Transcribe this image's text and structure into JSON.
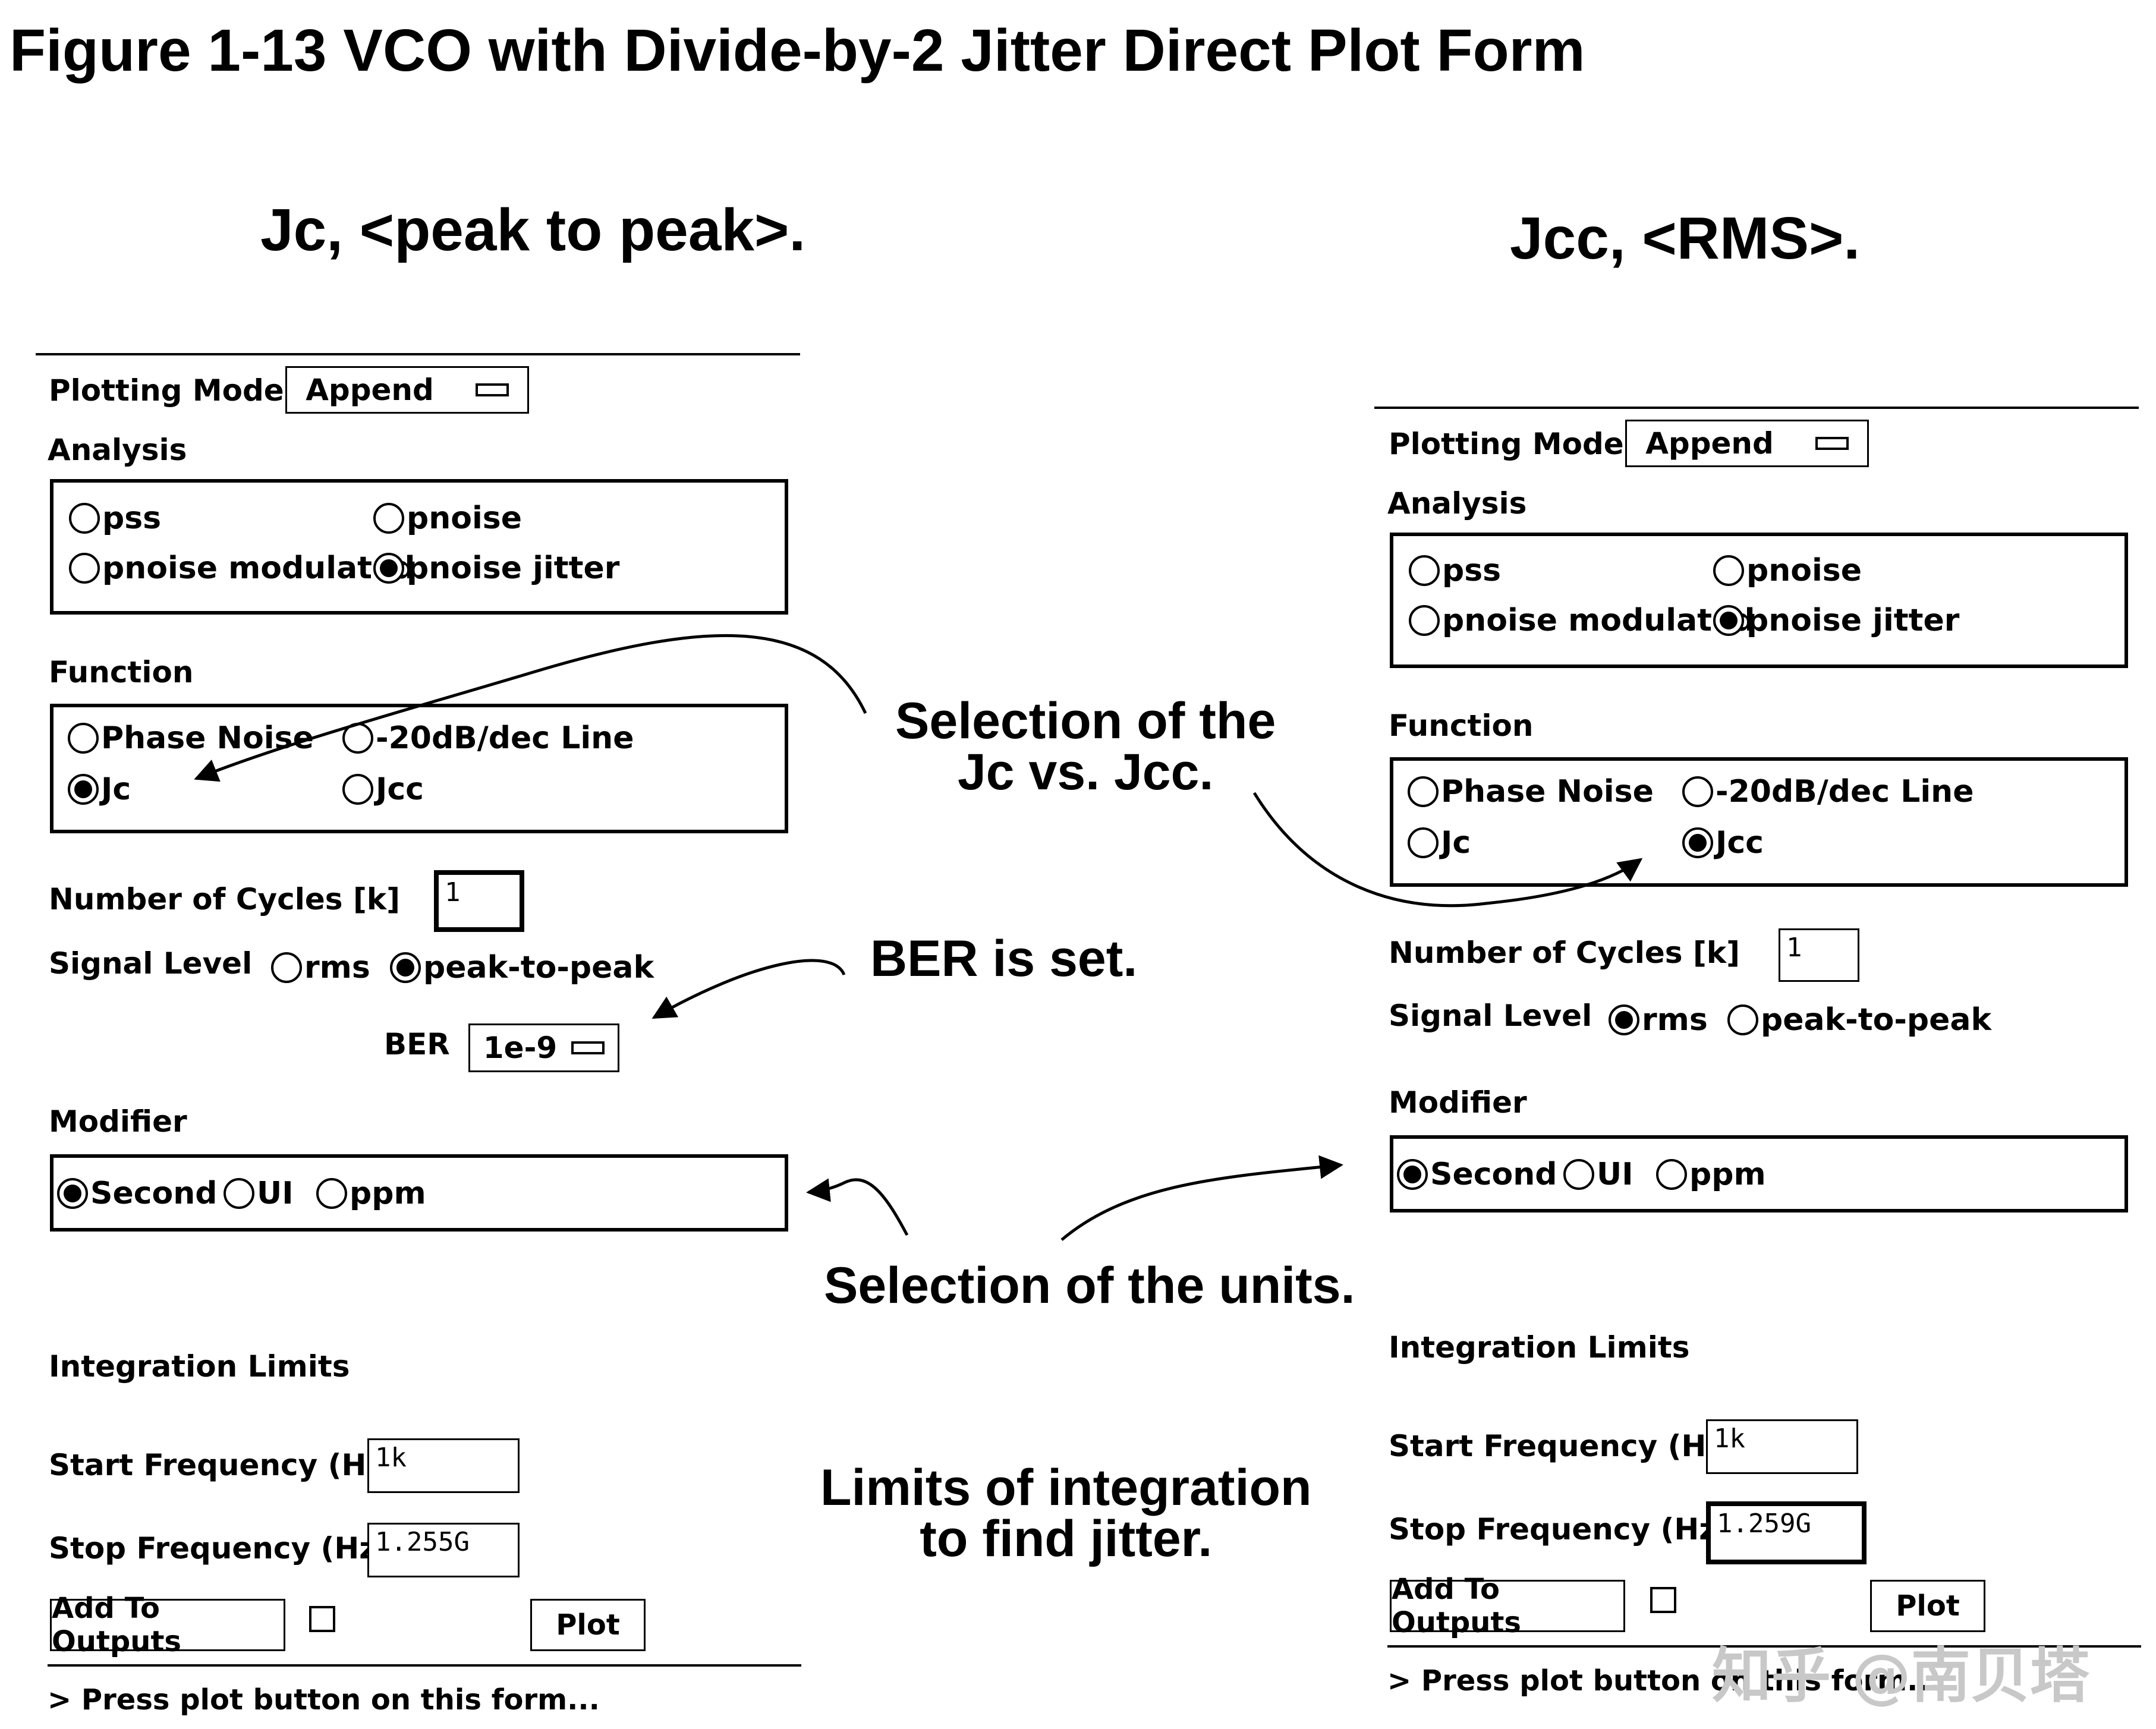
{
  "figure_title": "Figure 1-13  VCO with Divide-by-2 Jitter Direct Plot Form",
  "left_heading": "Jc, <peak to peak>.",
  "right_heading": "Jcc, <RMS>.",
  "annotations": {
    "selection_jc_line1": "Selection of the",
    "selection_jc_line2": "Jc vs. Jcc.",
    "ber_set": "BER is set.",
    "units": "Selection of the units.",
    "limits_line1": "Limits of integration",
    "limits_line2": "to find jitter."
  },
  "labels": {
    "plotting_mode": "Plotting Mode",
    "analysis": "Analysis",
    "function": "Function",
    "number_of_cycles": "Number of Cycles [k]",
    "signal_level": "Signal Level",
    "ber": "BER",
    "modifier": "Modifier",
    "integration_limits": "Integration Limits",
    "start_frequency": "Start Frequency (Hz)",
    "stop_frequency": "Stop Frequency (Hz)",
    "add_to_outputs": "Add To Outputs",
    "plot": "Plot",
    "status": "> Press plot button on this form..."
  },
  "options": {
    "pss": "pss",
    "pnoise": "pnoise",
    "pnoise_modulated": "pnoise modulated",
    "pnoise_jitter": "pnoise jitter",
    "phase_noise": "Phase Noise",
    "line_20db": "-20dB/dec Line",
    "jc": "Jc",
    "jcc": "Jcc",
    "rms": "rms",
    "peak_to_peak": "peak-to-peak",
    "second": "Second",
    "ui": "UI",
    "ppm": "ppm"
  },
  "left_form": {
    "plotting_mode_value": "Append",
    "analysis_selected": "pnoise jitter",
    "function_selected": "Jc",
    "number_of_cycles": "1",
    "signal_level_selected": "peak-to-peak",
    "ber_value": "1e-9",
    "modifier_selected": "Second",
    "start_frequency": "1k",
    "stop_frequency": "1.255G",
    "add_to_outputs_checked": false
  },
  "right_form": {
    "plotting_mode_value": "Append",
    "analysis_selected": "pnoise jitter",
    "function_selected": "Jcc",
    "number_of_cycles": "1",
    "signal_level_selected": "rms",
    "modifier_selected": "Second",
    "start_frequency": "1k",
    "stop_frequency": "1.259G",
    "add_to_outputs_checked": false
  },
  "watermark": "知乎 @南贝塔",
  "icons": {
    "cycle_button": "cyclic-menu-icon",
    "radio_selected": "radio-selected-icon",
    "radio_unselected": "radio-unselected-icon",
    "arrow": "arrow-icon"
  }
}
